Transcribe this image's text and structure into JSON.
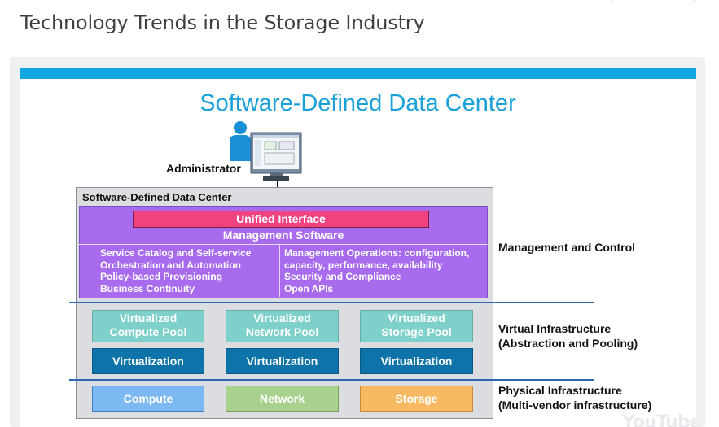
{
  "page": {
    "title": "Technology Trends in the Storage Industry"
  },
  "slide": {
    "title": "Software-Defined Data Center",
    "admin_label": "Administrator",
    "sddc_label": "Software-Defined Data Center",
    "unified_interface": "Unified Interface",
    "management_software": "Management Software",
    "management_left": [
      "Service Catalog and Self-service",
      "Orchestration and Automation",
      "Policy-based Provisioning",
      "Business Continuity"
    ],
    "management_right": [
      "Management Operations: configuration,",
      "capacity, performance, availability",
      "Security and Compliance",
      "Open APIs"
    ],
    "pools": [
      {
        "line1": "Virtualized",
        "line2": "Compute Pool"
      },
      {
        "line1": "Virtualized",
        "line2": "Network Pool"
      },
      {
        "line1": "Virtualized",
        "line2": "Storage Pool"
      }
    ],
    "virtualization": [
      "Virtualization",
      "Virtualization",
      "Virtualization"
    ],
    "physical": [
      {
        "label": "Compute",
        "color": "#7cb9f2",
        "border": "#3e7fc2"
      },
      {
        "label": "Network",
        "color": "#a9d18e",
        "border": "#7ba05e"
      },
      {
        "label": "Storage",
        "color": "#f9b862",
        "border": "#c98a3a"
      }
    ],
    "side_labels": {
      "management": "Management and Control",
      "virtual1": "Virtual Infrastructure",
      "virtual2": "(Abstraction and Pooling)",
      "physical1": "Physical Infrastructure",
      "physical2": "(Multi-vendor infrastructure)"
    },
    "watermark": "YouTube",
    "colors": {
      "accent_bar": "#12a7e0",
      "title": "#1aa1d8",
      "management": "#a86bee",
      "unified": "#f0427f"
    }
  }
}
